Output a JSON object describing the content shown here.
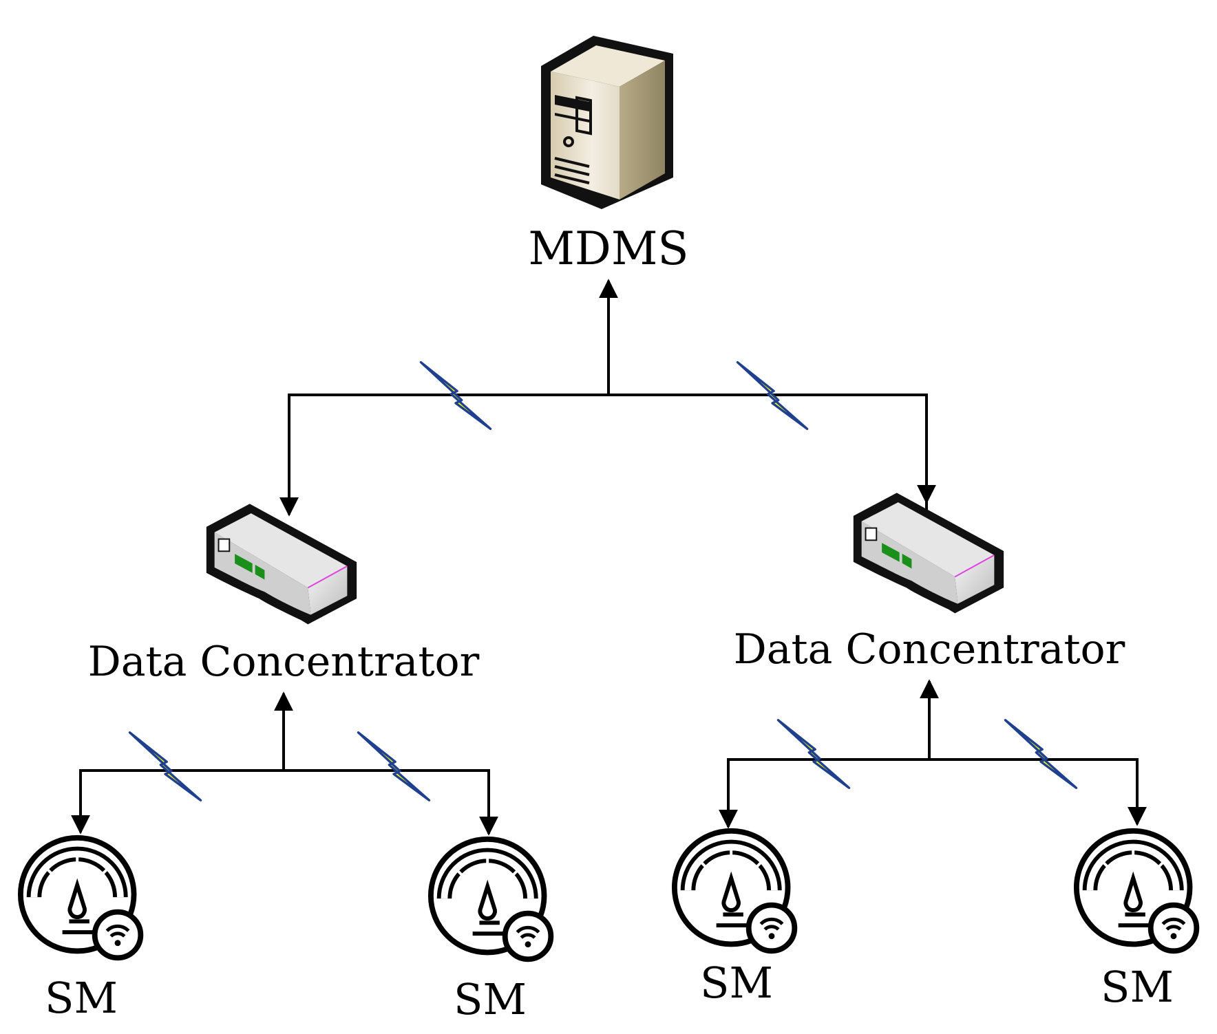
{
  "nodes": {
    "mdms": {
      "label": "MDMS",
      "icon": "server-tower-icon"
    },
    "concentrators": [
      {
        "label": "Data Concentrator",
        "icon": "data-concentrator-icon"
      },
      {
        "label": "Data Concentrator",
        "icon": "data-concentrator-icon"
      }
    ],
    "smart_meters": [
      {
        "label": "SM",
        "icon": "smart-meter-icon"
      },
      {
        "label": "SM",
        "icon": "smart-meter-icon"
      },
      {
        "label": "SM",
        "icon": "smart-meter-icon"
      },
      {
        "label": "SM",
        "icon": "smart-meter-icon"
      }
    ]
  },
  "links": {
    "icon": "wireless-lightning-icon",
    "colors": {
      "lightning_fill": "#f4f41c",
      "lightning_stroke": "#1f3f8f",
      "line": "#000000"
    }
  },
  "colors": {
    "server_body": "#e8e1cf",
    "server_shadow": "#b9ad8a",
    "concentrator_body": "#e0e0e0",
    "concentrator_lights": "#1a8f1a",
    "concentrator_stripe": "#e040e0"
  }
}
